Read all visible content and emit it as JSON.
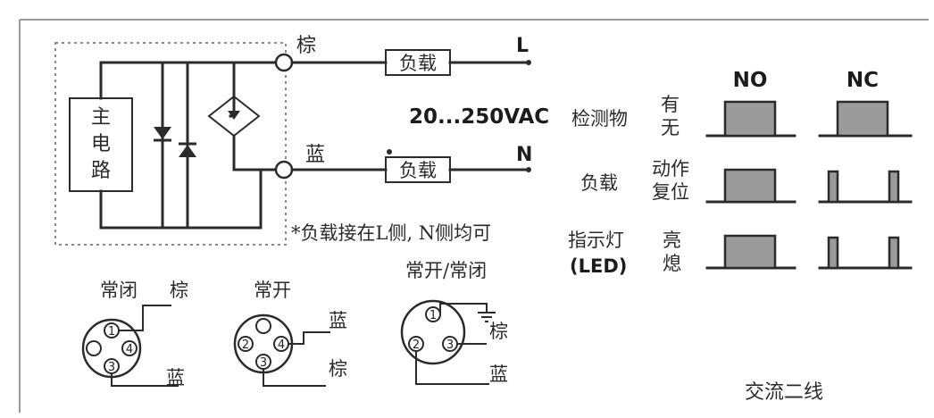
{
  "circuit": {
    "main_circuit_label": "主电路",
    "wire_top": "棕",
    "wire_bottom": "蓝",
    "load": "负载",
    "terminal_L": "L",
    "terminal_N": "N",
    "voltage": "20...250VAC",
    "note": "*负载接在L侧, N侧均可"
  },
  "timing": {
    "header_no": "NO",
    "header_nc": "NC",
    "rows": [
      {
        "label": "检测物",
        "state_a": "有",
        "state_b": "无"
      },
      {
        "label": "负载",
        "state_a": "动作",
        "state_b": "复位"
      },
      {
        "label_line1": "指示灯",
        "label_line2": "(LED)",
        "state_a": "亮",
        "state_b": "熄"
      }
    ]
  },
  "connectors": [
    {
      "title": "常闭",
      "wire_a": "棕",
      "wire_b": "蓝"
    },
    {
      "title": "常开",
      "wire_a": "蓝",
      "wire_b": "棕"
    },
    {
      "title": "常开/常闭",
      "wire_a": "棕",
      "wire_b": "蓝"
    }
  ],
  "footer": {
    "title": "交流二线"
  }
}
